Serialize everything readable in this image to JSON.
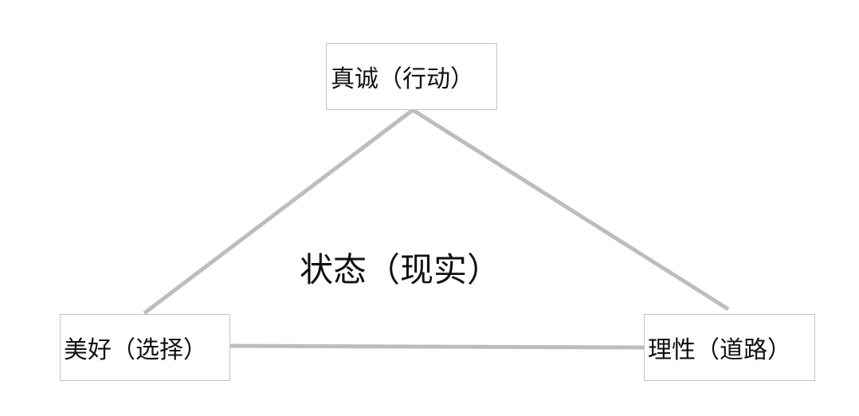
{
  "diagram": {
    "nodes": {
      "top": {
        "label": "真诚（行动）"
      },
      "left": {
        "label": "美好（选择）"
      },
      "right": {
        "label": "理性（道路）"
      }
    },
    "center_label": "状态（现实）",
    "colors": {
      "edge": "#bdbdbd",
      "node_border": "#c4c4c4",
      "text": "#111111",
      "background": "#ffffff"
    }
  }
}
